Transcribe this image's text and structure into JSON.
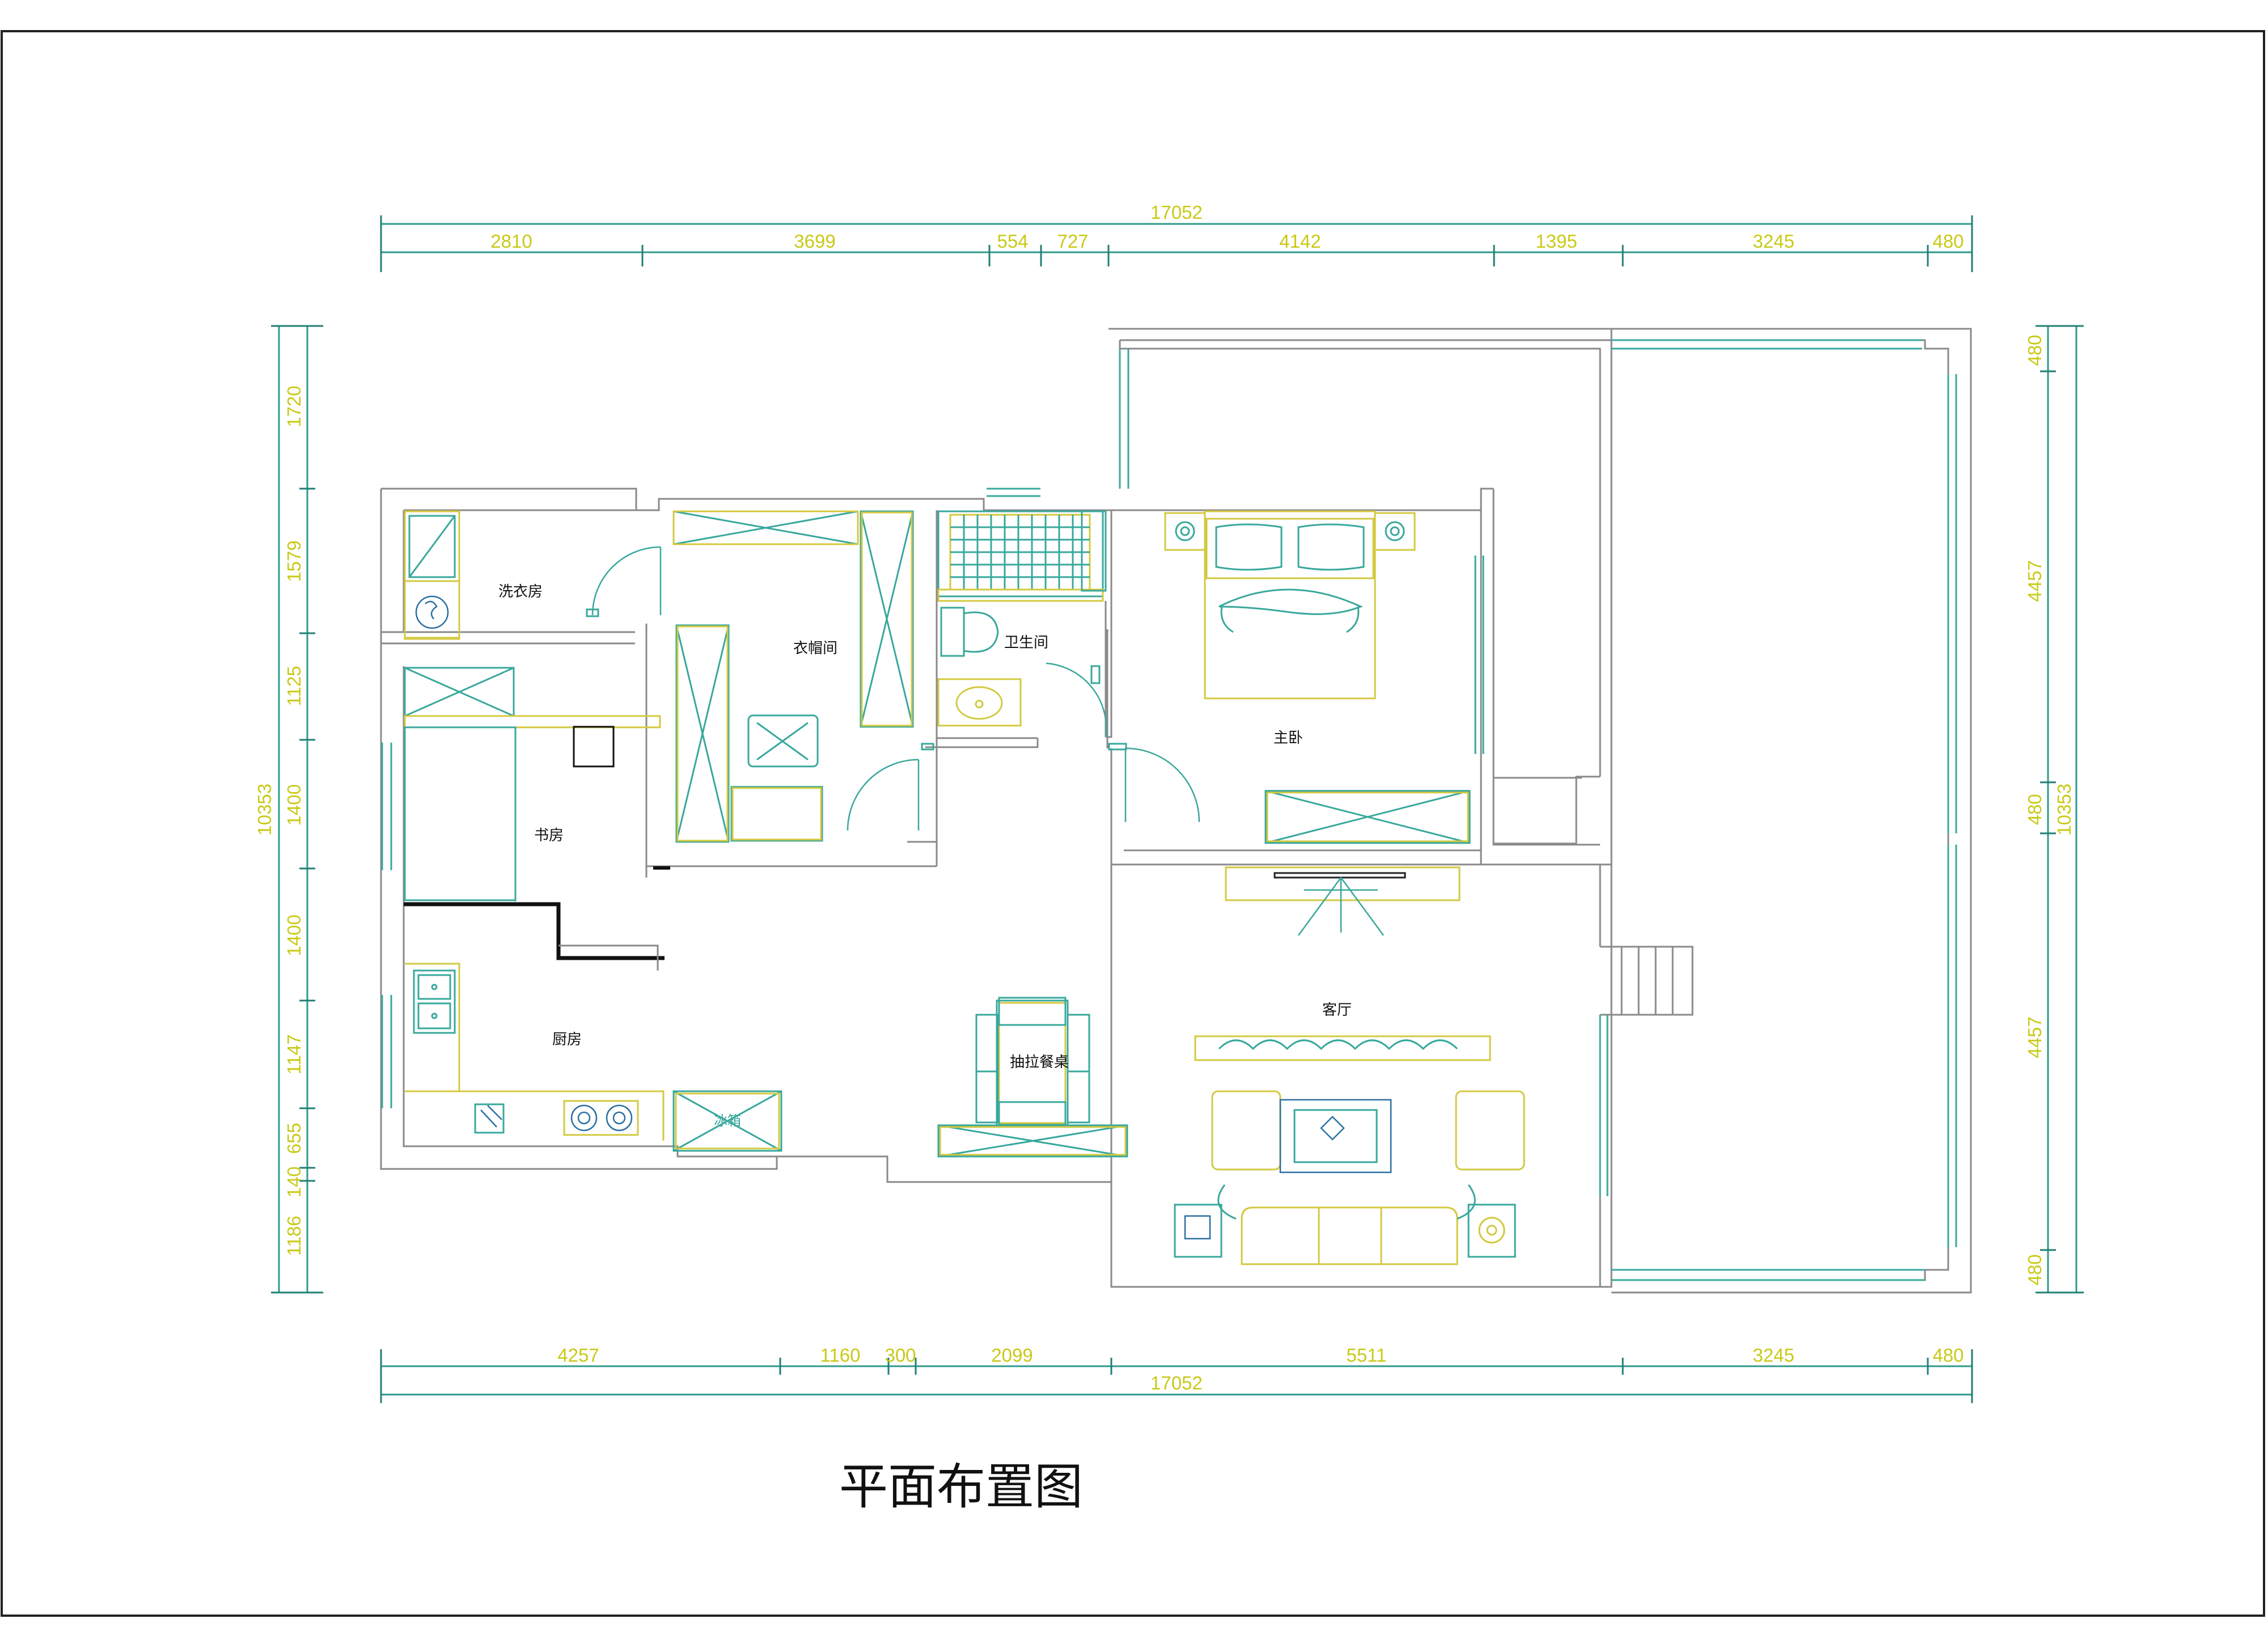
{
  "title": "平面布置图",
  "rooms": {
    "laundry": "洗衣房",
    "closet": "衣帽间",
    "bathroom": "卫生间",
    "master_bedroom": "主卧",
    "study": "书房",
    "kitchen": "厨房",
    "dining": "抽拉餐桌",
    "living": "客厅",
    "fridge": "冰箱"
  },
  "dimensions": {
    "top_total": "17052",
    "top_segments": [
      "2810",
      "3699",
      "554",
      "727",
      "4142",
      "1395",
      "3245",
      "480"
    ],
    "bottom_segments": [
      "4257",
      "1160",
      "300",
      "2099",
      "5511",
      "3245",
      "480"
    ],
    "bottom_total": "17052",
    "left_total": "10353",
    "left_segments": [
      "1720",
      "1579",
      "1125",
      "1400",
      "1400",
      "1147",
      "655",
      "140",
      "1186"
    ],
    "right_total": "10353",
    "right_segments": [
      "480",
      "4457",
      "480",
      "4457",
      "480"
    ]
  },
  "colors": {
    "dimension_line": "#2d9a8c",
    "dimension_text": "#c9c916",
    "furniture_yellow": "#d3c940",
    "furniture_teal": "#38a89c",
    "wall": "#8a8a8a"
  }
}
